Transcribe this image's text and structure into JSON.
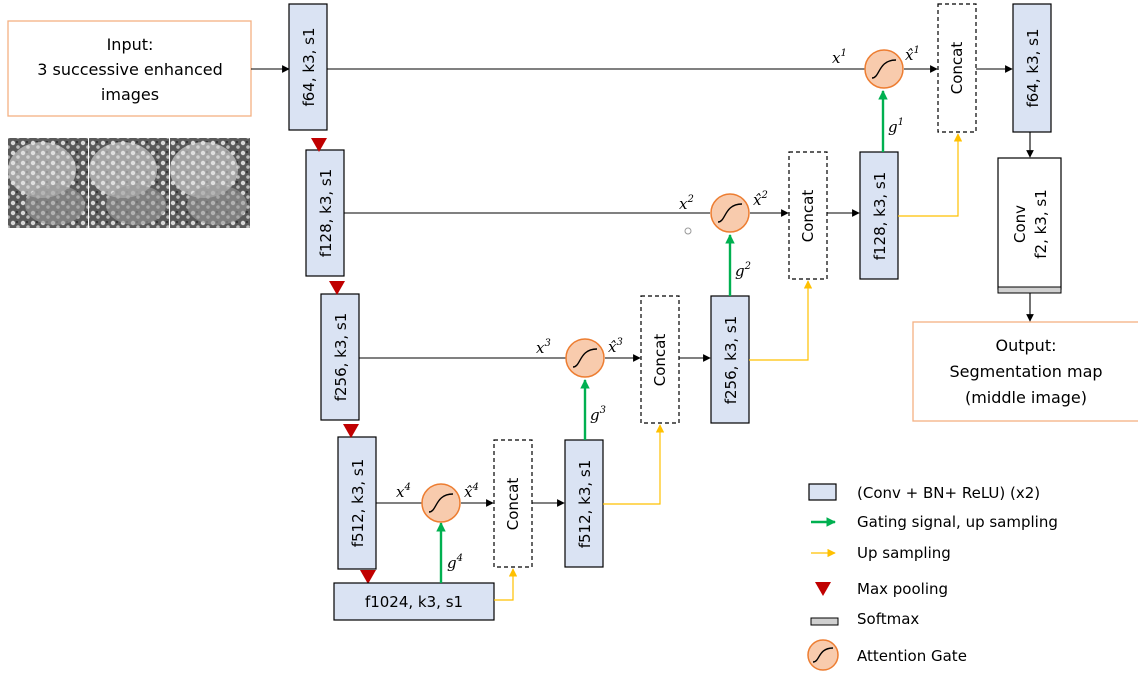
{
  "input_box": {
    "line1": "Input:",
    "line2": "3 successive enhanced",
    "line3": "images"
  },
  "output_box": {
    "line1": "Output:",
    "line2": "Segmentation map",
    "line3": "(middle image)"
  },
  "encoder": [
    "f64, k3, s1",
    "f128, k3, s1",
    "f256, k3, s1",
    "f512, k3, s1"
  ],
  "bottleneck": "f1024, k3, s1",
  "decoder": [
    "f512, k3, s1",
    "f256, k3, s1",
    "f128, k3, s1",
    "f64, k3, s1"
  ],
  "concat": [
    "Concat",
    "Concat",
    "Concat",
    "Concat"
  ],
  "conv_out": {
    "line1": "Conv",
    "line2": "f2, k3, s1"
  },
  "symbols": {
    "x": [
      "x",
      "x",
      "x",
      "x"
    ],
    "xhat": [
      "x̂",
      "x̂",
      "x̂",
      "x̂"
    ],
    "g": [
      "g",
      "g",
      "g",
      "g"
    ],
    "sup": [
      "1",
      "2",
      "3",
      "4"
    ]
  },
  "legend": [
    {
      "icon": "conv-block",
      "label": "(Conv + BN+ ReLU) (x2)"
    },
    {
      "icon": "green-arrow",
      "label": "Gating signal, up sampling"
    },
    {
      "icon": "yellow-arrow",
      "label": "Up sampling"
    },
    {
      "icon": "red-triangle",
      "label": "Max pooling"
    },
    {
      "icon": "softmax-bar",
      "label": "Softmax"
    },
    {
      "icon": "attention-gate",
      "label": "Attention Gate"
    }
  ],
  "colors": {
    "block_fill": "#dae3f3",
    "gating_arrow": "#00b050",
    "upsampling_arrow": "#ffc000",
    "max_pool": "#c00000",
    "attention_gate_fill": "#f8cbad",
    "attention_gate_stroke": "#ed7d31",
    "io_border": "#f4b183"
  }
}
